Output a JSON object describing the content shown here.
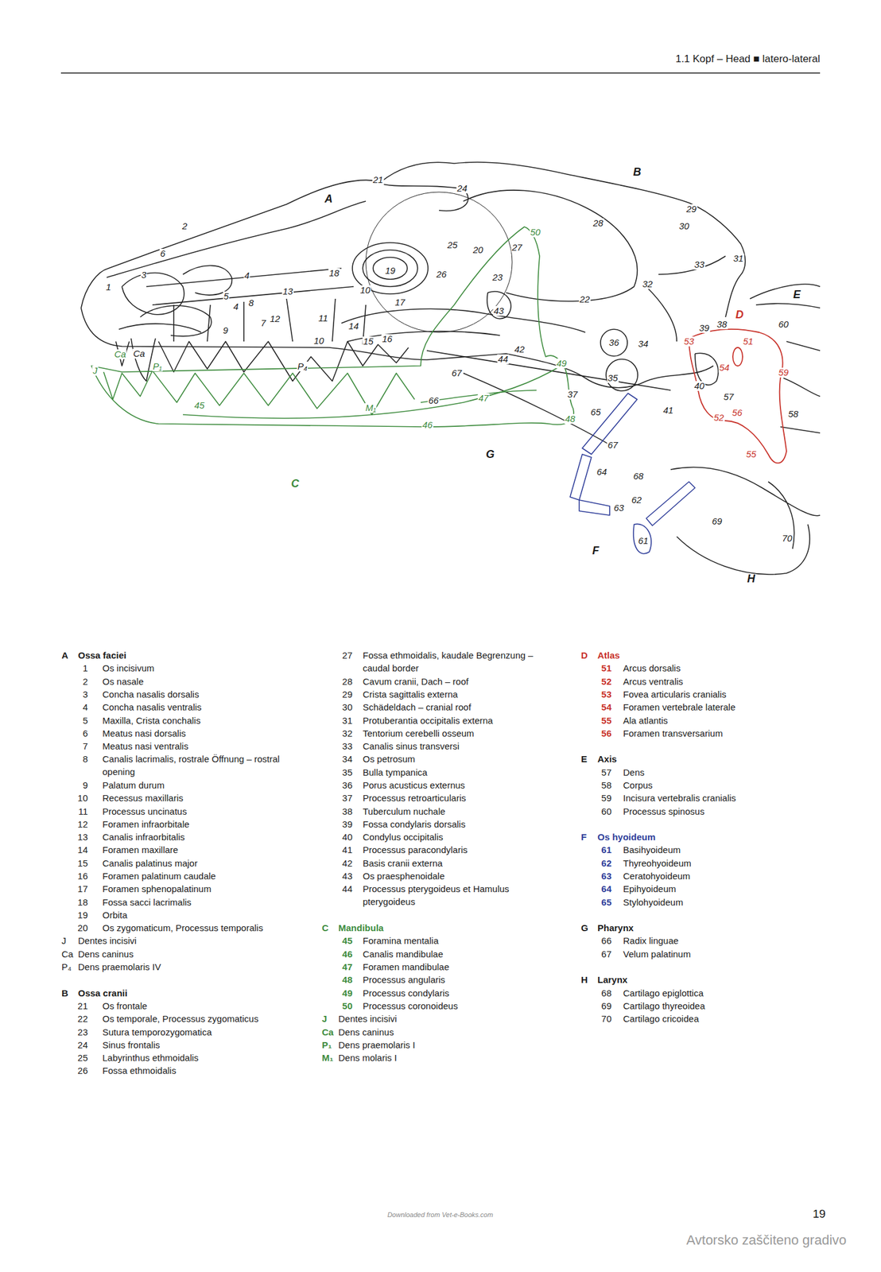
{
  "diagram": {
    "labels": [
      "1.1 Kopf – Head ■ latero-lateral",
      "A",
      "21",
      "24",
      "B",
      "29",
      "30",
      "28",
      "50",
      "2",
      "6",
      "25",
      "20",
      "27",
      "19",
      "18",
      "26",
      "3",
      "4",
      "33",
      "31",
      "32",
      "1",
      "13",
      "10",
      "23",
      "22",
      "E",
      "5",
      "4",
      "8",
      "17",
      "43",
      "7",
      "12",
      "11",
      "D",
      "60",
      "39",
      "38",
      "9",
      "14",
      "15",
      "16",
      "53",
      "51",
      "36",
      "34",
      "10",
      "42",
      "Ca",
      "Ca",
      "P₁",
      "P₄",
      "44",
      "49",
      "54",
      "J",
      "67",
      "35",
      "40",
      "59",
      "57",
      "66",
      "47",
      "37",
      "45",
      "M₁",
      "41",
      "58",
      "56",
      "52",
      "65",
      "48",
      "46",
      "67",
      "G",
      "55",
      "C",
      "64",
      "68",
      "62",
      "63",
      "69",
      "61",
      "70",
      "F",
      "H",
      "A",
      "Ossa faciei",
      "1",
      "Os incisivum",
      "2",
      "Os nasale",
      "3",
      "Concha nasalis dorsalis",
      "4",
      "Concha nasalis ventralis",
      "5",
      "Maxilla, Crista conchalis",
      "6",
      "Meatus nasi dorsalis",
      "7",
      "Meatus nasi ventralis",
      "8",
      "Canalis lacrimalis, rostrale Öffnung – rostral opening",
      "9",
      "Palatum durum",
      "10",
      "Recessus maxillaris",
      "11",
      "Processus uncinatus",
      "12",
      "Foramen infraorbitale",
      "13",
      "Canalis infraorbitalis",
      "14",
      "Foramen maxillare",
      "15",
      "Canalis palatinus major",
      "16",
      "Foramen palatinum caudale",
      "17",
      "Foramen sphenopalatinum",
      "18",
      "Fossa sacci lacrimalis",
      "19",
      "Orbita",
      "20",
      "Os zygomaticum, Processus temporalis",
      "J",
      "Dentes incisivi",
      "Ca",
      "Dens caninus",
      "P₄",
      "Dens praemolaris IV",
      "B",
      "Ossa cranii",
      "21",
      "Os frontale",
      "22",
      "Os temporale, Processus zygomaticus",
      "23",
      "Sutura temporozygomatica",
      "24",
      "Sinus frontalis",
      "25",
      "Labyrinthus ethmoidalis",
      "26",
      "Fossa ethmoidalis",
      "27",
      "Fossa ethmoidalis, kaudale Begrenzung – caudal border",
      "28",
      "Cavum cranii, Dach – roof",
      "29",
      "Crista sagittalis externa",
      "30",
      "Schädeldach – cranial roof",
      "31",
      "Protuberantia occipitalis externa",
      "32",
      "Tentorium cerebelli osseum",
      "33",
      "Canalis sinus transversi",
      "34",
      "Os petrosum",
      "35",
      "Bulla tympanica",
      "36",
      "Porus acusticus externus",
      "37",
      "Processus retroarticularis",
      "38",
      "Tuberculum nuchale",
      "39",
      "Fossa condylaris dorsalis",
      "40",
      "Condylus occipitalis",
      "41",
      "Processus paracondylaris",
      "42",
      "Basis cranii externa",
      "43",
      "Os praesphenoidale",
      "44",
      "Processus pterygoideus et Hamulus pterygoideus",
      "C",
      "Mandibula",
      "45",
      "Foramina mentalia",
      "46",
      "Canalis mandibulae",
      "47",
      "Foramen mandibulae",
      "48",
      "Processus angularis",
      "49",
      "Processus condylaris",
      "50",
      "Processus coronoideus",
      "J",
      "Dentes incisivi",
      "Ca",
      "Dens caninus",
      "P₁",
      "Dens praemolaris I",
      "M₁",
      "Dens molaris I",
      "D",
      "Atlas",
      "51",
      "Arcus dorsalis",
      "52",
      "Arcus ventralis",
      "53",
      "Fovea articularis cranialis",
      "54",
      "Foramen vertebrale laterale",
      "55",
      "Ala atlantis",
      "56",
      "Foramen transversarium",
      "E",
      "Axis",
      "57",
      "Dens",
      "58",
      "Corpus",
      "59",
      "Incisura vertebralis cranialis",
      "60",
      "Processus spinosus",
      "F",
      "Os hyoideum",
      "61",
      "Basihyoideum",
      "62",
      "Thyreohyoideum",
      "63",
      "Ceratohyoideum",
      "64",
      "Epihyoideum",
      "65",
      "Stylohyoideum",
      "G",
      "Pharynx",
      "66",
      "Radix linguae",
      "67",
      "Velum palatinum",
      "H",
      "Larynx",
      "68",
      "Cartilago epiglottica",
      "69",
      "Cartilago thyreoidea",
      "70",
      "Cartilago cricoidea",
      "19",
      "Downloaded from Vet-e-Books.com",
      "Avtorsko zaščiteno gradivo"
    ]
  }
}
